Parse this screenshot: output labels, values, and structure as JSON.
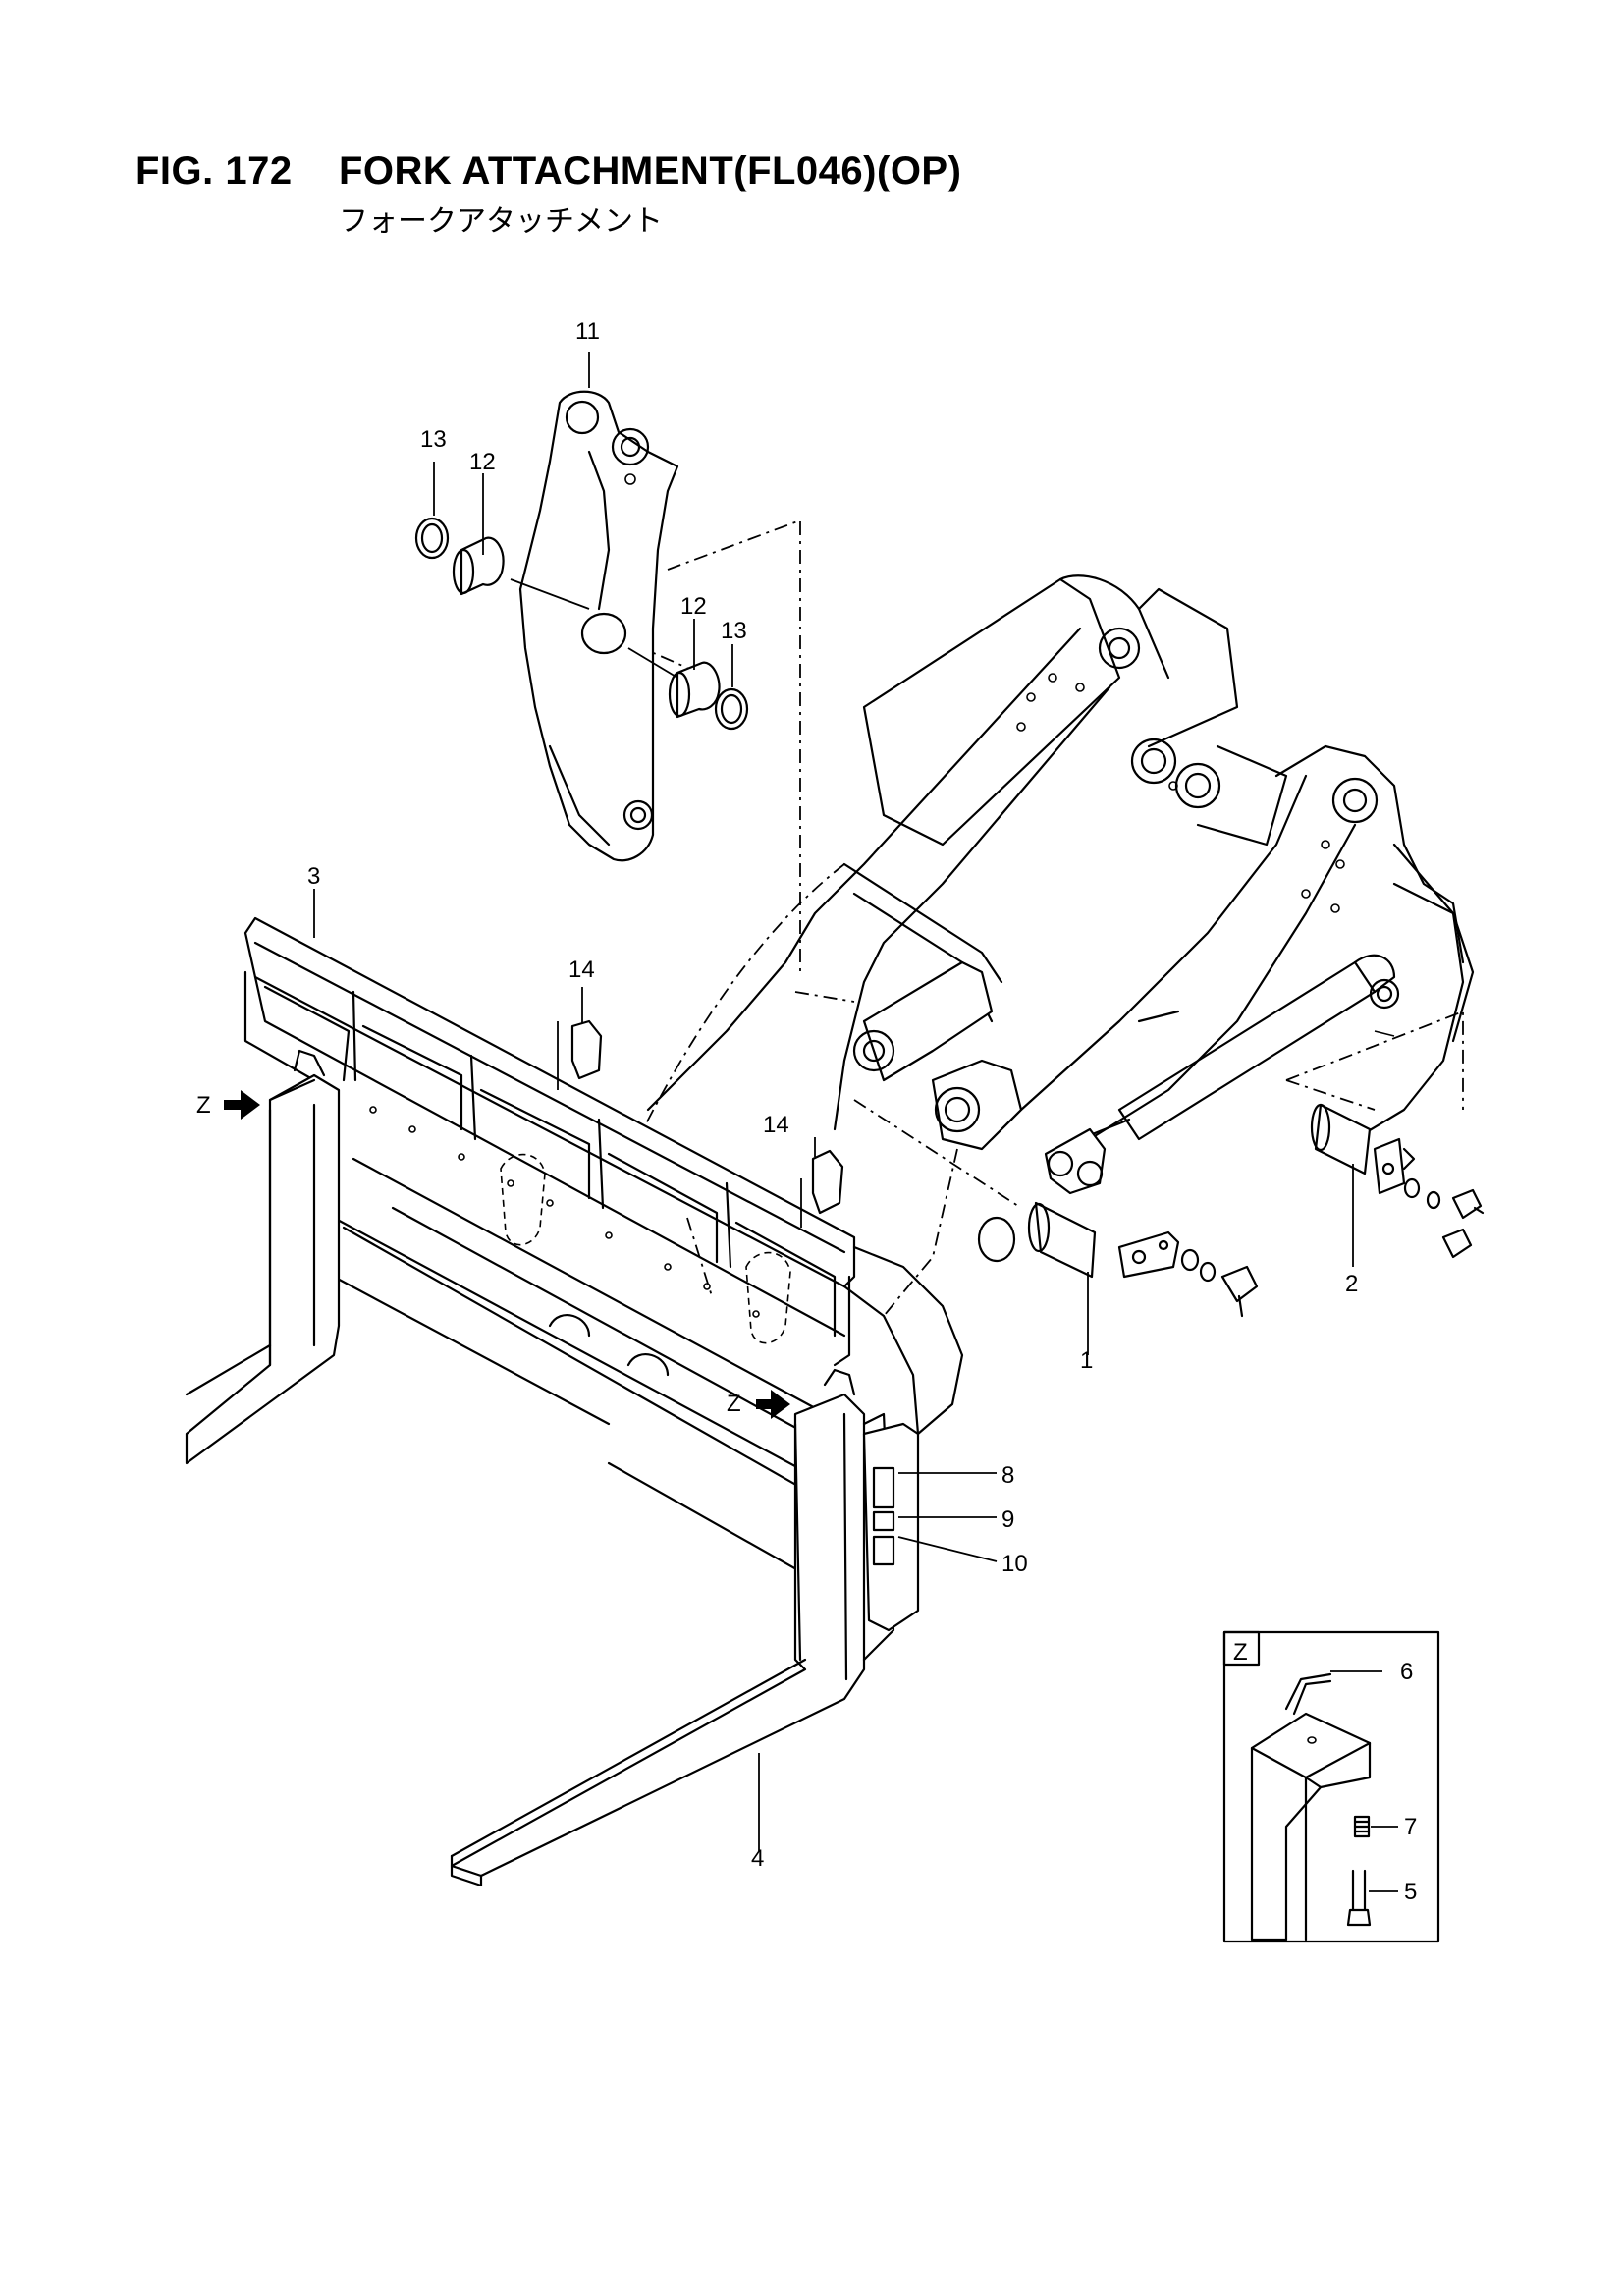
{
  "figure": {
    "number": "FIG. 172",
    "title": "FORK ATTACHMENT(FL046)(OP)",
    "subtitle": "フォークアタッチメント"
  },
  "view_arrows": {
    "label": "Z"
  },
  "detail_view": {
    "label": "Z"
  },
  "callouts": [
    {
      "id": "c11a",
      "text": "11"
    },
    {
      "id": "c13a",
      "text": "13"
    },
    {
      "id": "c12a",
      "text": "12"
    },
    {
      "id": "c12b",
      "text": "12"
    },
    {
      "id": "c13b",
      "text": "13"
    },
    {
      "id": "c3",
      "text": "3"
    },
    {
      "id": "c14a",
      "text": "14"
    },
    {
      "id": "c14b",
      "text": "14"
    },
    {
      "id": "c2",
      "text": "2"
    },
    {
      "id": "c1",
      "text": "1"
    },
    {
      "id": "c8",
      "text": "8"
    },
    {
      "id": "c9",
      "text": "9"
    },
    {
      "id": "c10",
      "text": "10"
    },
    {
      "id": "c4",
      "text": "4"
    },
    {
      "id": "c6",
      "text": "6"
    },
    {
      "id": "c7",
      "text": "7"
    },
    {
      "id": "c5",
      "text": "5"
    }
  ]
}
